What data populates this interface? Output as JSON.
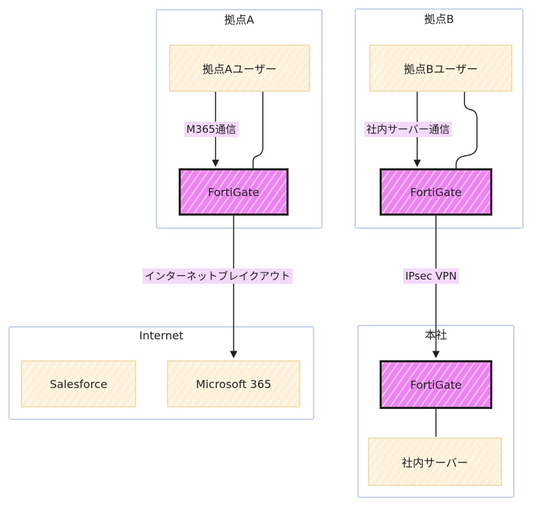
{
  "groups": {
    "site_a": "拠点A",
    "site_b": "拠点B",
    "internet": "Internet",
    "hq": "本社"
  },
  "nodes": {
    "site_a_users": "拠点Aユーザー",
    "site_a_fortigate": "FortiGate",
    "site_b_users": "拠点Bユーザー",
    "site_b_fortigate": "FortiGate",
    "salesforce": "Salesforce",
    "microsoft365": "Microsoft 365",
    "hq_fortigate": "FortiGate",
    "internal_server": "社内サーバー"
  },
  "edge_labels": {
    "m365_traffic": "M365通信",
    "internal_server_traffic": "社内サーバー通信",
    "internet_breakout": "インターネットブレイクアウト",
    "ipsec_vpn": "IPsec VPN"
  },
  "colors": {
    "group_border": "#c7d3ea",
    "user_fill": "#fdf1d9",
    "fortigate_fill": "#ee82f2",
    "label_bg": "#f4d9fb",
    "line": "#1e1e1e"
  }
}
